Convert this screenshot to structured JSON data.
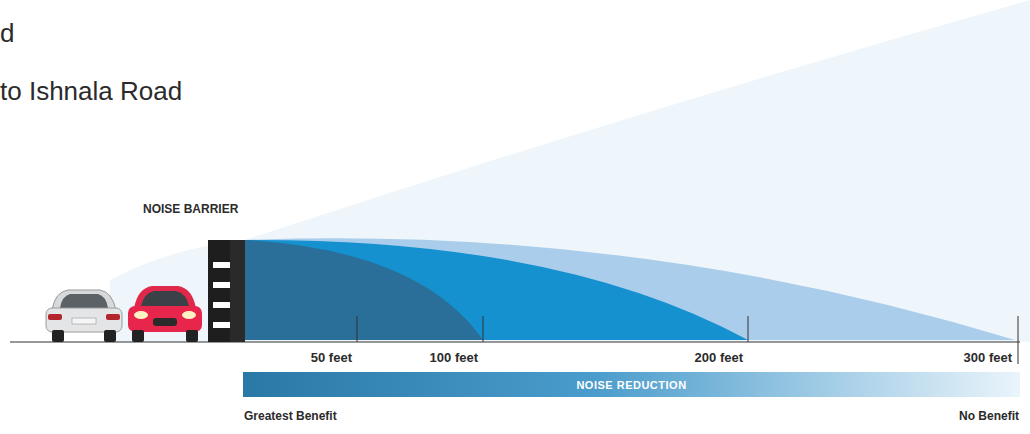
{
  "diagram": {
    "nodes": [
      {
        "text": [
          "NOISE REDUCTION"
        ]
      }
    ],
    "labels": [
      "d",
      "to Ishnala Road",
      "NOISE BARRIER",
      "50 feet",
      "100 feet",
      "200 feet",
      "300 feet",
      "Greatest Benefit",
      "No Benefit"
    ]
  }
}
